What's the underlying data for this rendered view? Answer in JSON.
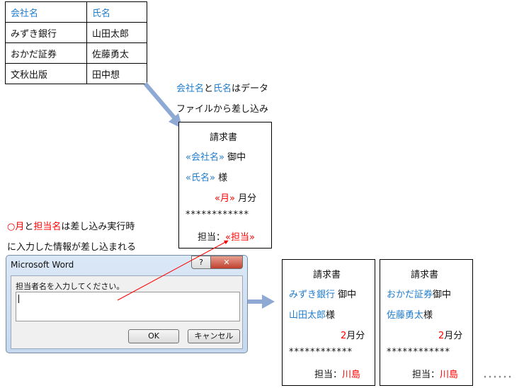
{
  "table": {
    "headers": [
      "会社名",
      "氏名"
    ],
    "rows": [
      [
        "みずき銀行",
        "山田太郎"
      ],
      [
        "おかだ証券",
        "佐藤勇太"
      ],
      [
        "文秋出版",
        "田中想"
      ]
    ]
  },
  "note1": {
    "a": "会社名",
    "b": "と",
    "c": "氏名",
    "d": "はデータ",
    "line2": "ファイルから差し込み"
  },
  "template": {
    "title": "請求書",
    "company_field": "«会社名»",
    "onchu": "御中",
    "name_field": "«氏名»",
    "sama": "様",
    "month_field": "«月»",
    "month_suffix": "月分",
    "stars": "************",
    "tanto_label": "担当：",
    "tanto_field": "«担当»"
  },
  "note2": {
    "a": "○月",
    "b": "と",
    "c": "担当名",
    "d": "は差し込み実行時",
    "line2": "に入力した情報が差し込まれる"
  },
  "dialog": {
    "title": "Microsoft Word",
    "help": "?",
    "close": "✕",
    "prompt": "担当者名を入力してください。",
    "input_value": "",
    "ok": "OK",
    "cancel": "キャンセル"
  },
  "results": [
    {
      "title": "請求書",
      "company": "みずき銀行",
      "onchu": "御中",
      "name": "山田太郎",
      "sama": "様",
      "month": "2",
      "month_suffix": "月分",
      "stars": "************",
      "tanto_label": "担当：",
      "tanto": "川島"
    },
    {
      "title": "請求書",
      "company": "おかだ証券",
      "onchu": "御中",
      "name": "佐藤勇太",
      "sama": "様",
      "month": "2",
      "month_suffix": "月分",
      "stars": "************",
      "tanto_label": "担当：",
      "tanto": "川島"
    }
  ],
  "ellipsis": "・・・・・・"
}
